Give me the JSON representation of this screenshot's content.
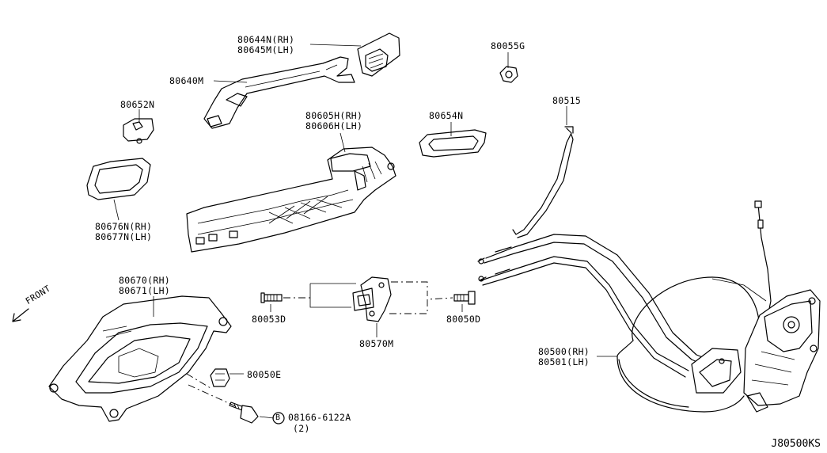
{
  "labels": {
    "p80644n": "80644N(RH)",
    "p80645m": "80645M(LH)",
    "p80640m": "80640M",
    "p80652n": "80652N",
    "p80055g": "80055G",
    "p80515": "80515",
    "p80605h": "80605H(RH)",
    "p80606h": "80606H(LH)",
    "p80654n": "80654N",
    "p80676n": "80676N(RH)",
    "p80677n": "80677N(LH)",
    "p80670": "80670(RH)",
    "p80671": "80671(LH)",
    "p80053d": "80053D",
    "p80050d": "80050D",
    "p80570m": "80570M",
    "p80050e": "80050E",
    "p80500": "80500(RH)",
    "p80501": "80501(LH)",
    "bolt_marker": "B",
    "bolt_part": "08166-6122A",
    "bolt_qty": "(2)",
    "front": "FRONT"
  },
  "diagram_code": "J80500KS"
}
